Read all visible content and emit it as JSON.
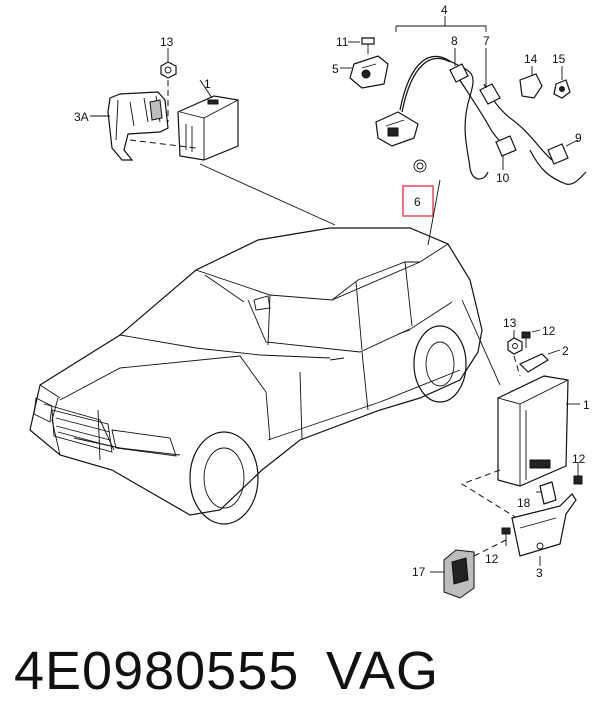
{
  "diagram": {
    "callouts": {
      "c1_top": "1",
      "c3A": "3A",
      "c13_top": "13",
      "c4": "4",
      "c5": "5",
      "c6": "6",
      "c7": "7",
      "c8": "8",
      "c9": "9",
      "c10": "10",
      "c11": "11",
      "c14": "14",
      "c15": "15",
      "c13_right": "13",
      "c12_a": "12",
      "c2": "2",
      "c1_right": "1",
      "c12_b": "12",
      "c18": "18",
      "c12_c": "12",
      "c17": "17",
      "c3": "3"
    },
    "highlight_color": "#e8475a"
  },
  "footer": {
    "part_number": "4E0980555",
    "brand": "VAG"
  }
}
